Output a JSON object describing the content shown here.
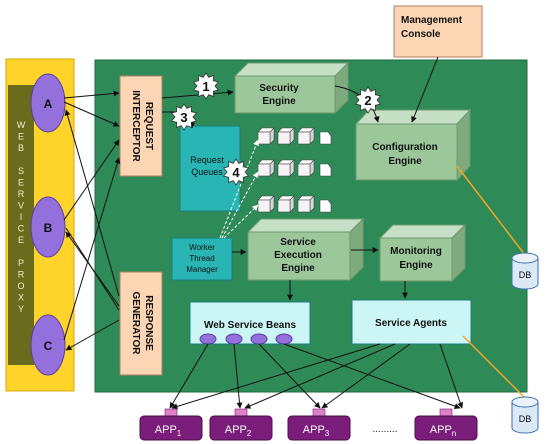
{
  "proxy": {
    "letters": [
      "W",
      "E",
      "B",
      "",
      "S",
      "E",
      "R",
      "V",
      "I",
      "C",
      "E",
      "",
      "P",
      "R",
      "O",
      "X",
      "Y"
    ],
    "ports": [
      "A",
      "B",
      "C"
    ]
  },
  "request_interceptor": {
    "lines": [
      "REQUEST",
      "INTERCEPTOR"
    ]
  },
  "response_generator": {
    "lines": [
      "RESPONSE",
      "GENERATOR"
    ]
  },
  "security_engine": {
    "lines": [
      "Security",
      "Engine"
    ]
  },
  "configuration_engine": {
    "lines": [
      "Configuration",
      "Engine"
    ]
  },
  "management_console": {
    "lines": [
      "Management",
      "Console"
    ]
  },
  "request_queues": {
    "lines": [
      "Request",
      "Queues"
    ]
  },
  "worker_thread_manager": {
    "lines": [
      "Worker",
      "Thread",
      "Manager"
    ]
  },
  "service_execution_engine": {
    "lines": [
      "Service",
      "Execution",
      "Engine"
    ]
  },
  "monitoring_engine": {
    "lines": [
      "Monitoring",
      "Engine"
    ]
  },
  "web_service_beans": {
    "label": "Web Service Beans"
  },
  "service_agents": {
    "label": "Service Agents"
  },
  "step_markers": [
    "1",
    "2",
    "3",
    "4"
  ],
  "databases": [
    "DB",
    "DB"
  ],
  "apps": [
    {
      "base": "APP",
      "sub": "1"
    },
    {
      "base": "APP",
      "sub": "2"
    },
    {
      "base": "APP",
      "sub": "3"
    },
    {
      "base": "APP",
      "sub": "n"
    }
  ],
  "apps_ellipsis": ".........",
  "colors": {
    "container_green": "#2e8b57",
    "proxy_yellow": "#ffd42a",
    "proxy_olive": "#6b6b1e",
    "port_purple": "#9370db",
    "peach": "#fcd5b4",
    "engine_green": "#9bc79b",
    "queue_teal": "#2ab5b5",
    "bean_cyan": "#ccf5f5",
    "app_purple": "#7b1d7b",
    "db_blue": "#dbe8f5"
  }
}
